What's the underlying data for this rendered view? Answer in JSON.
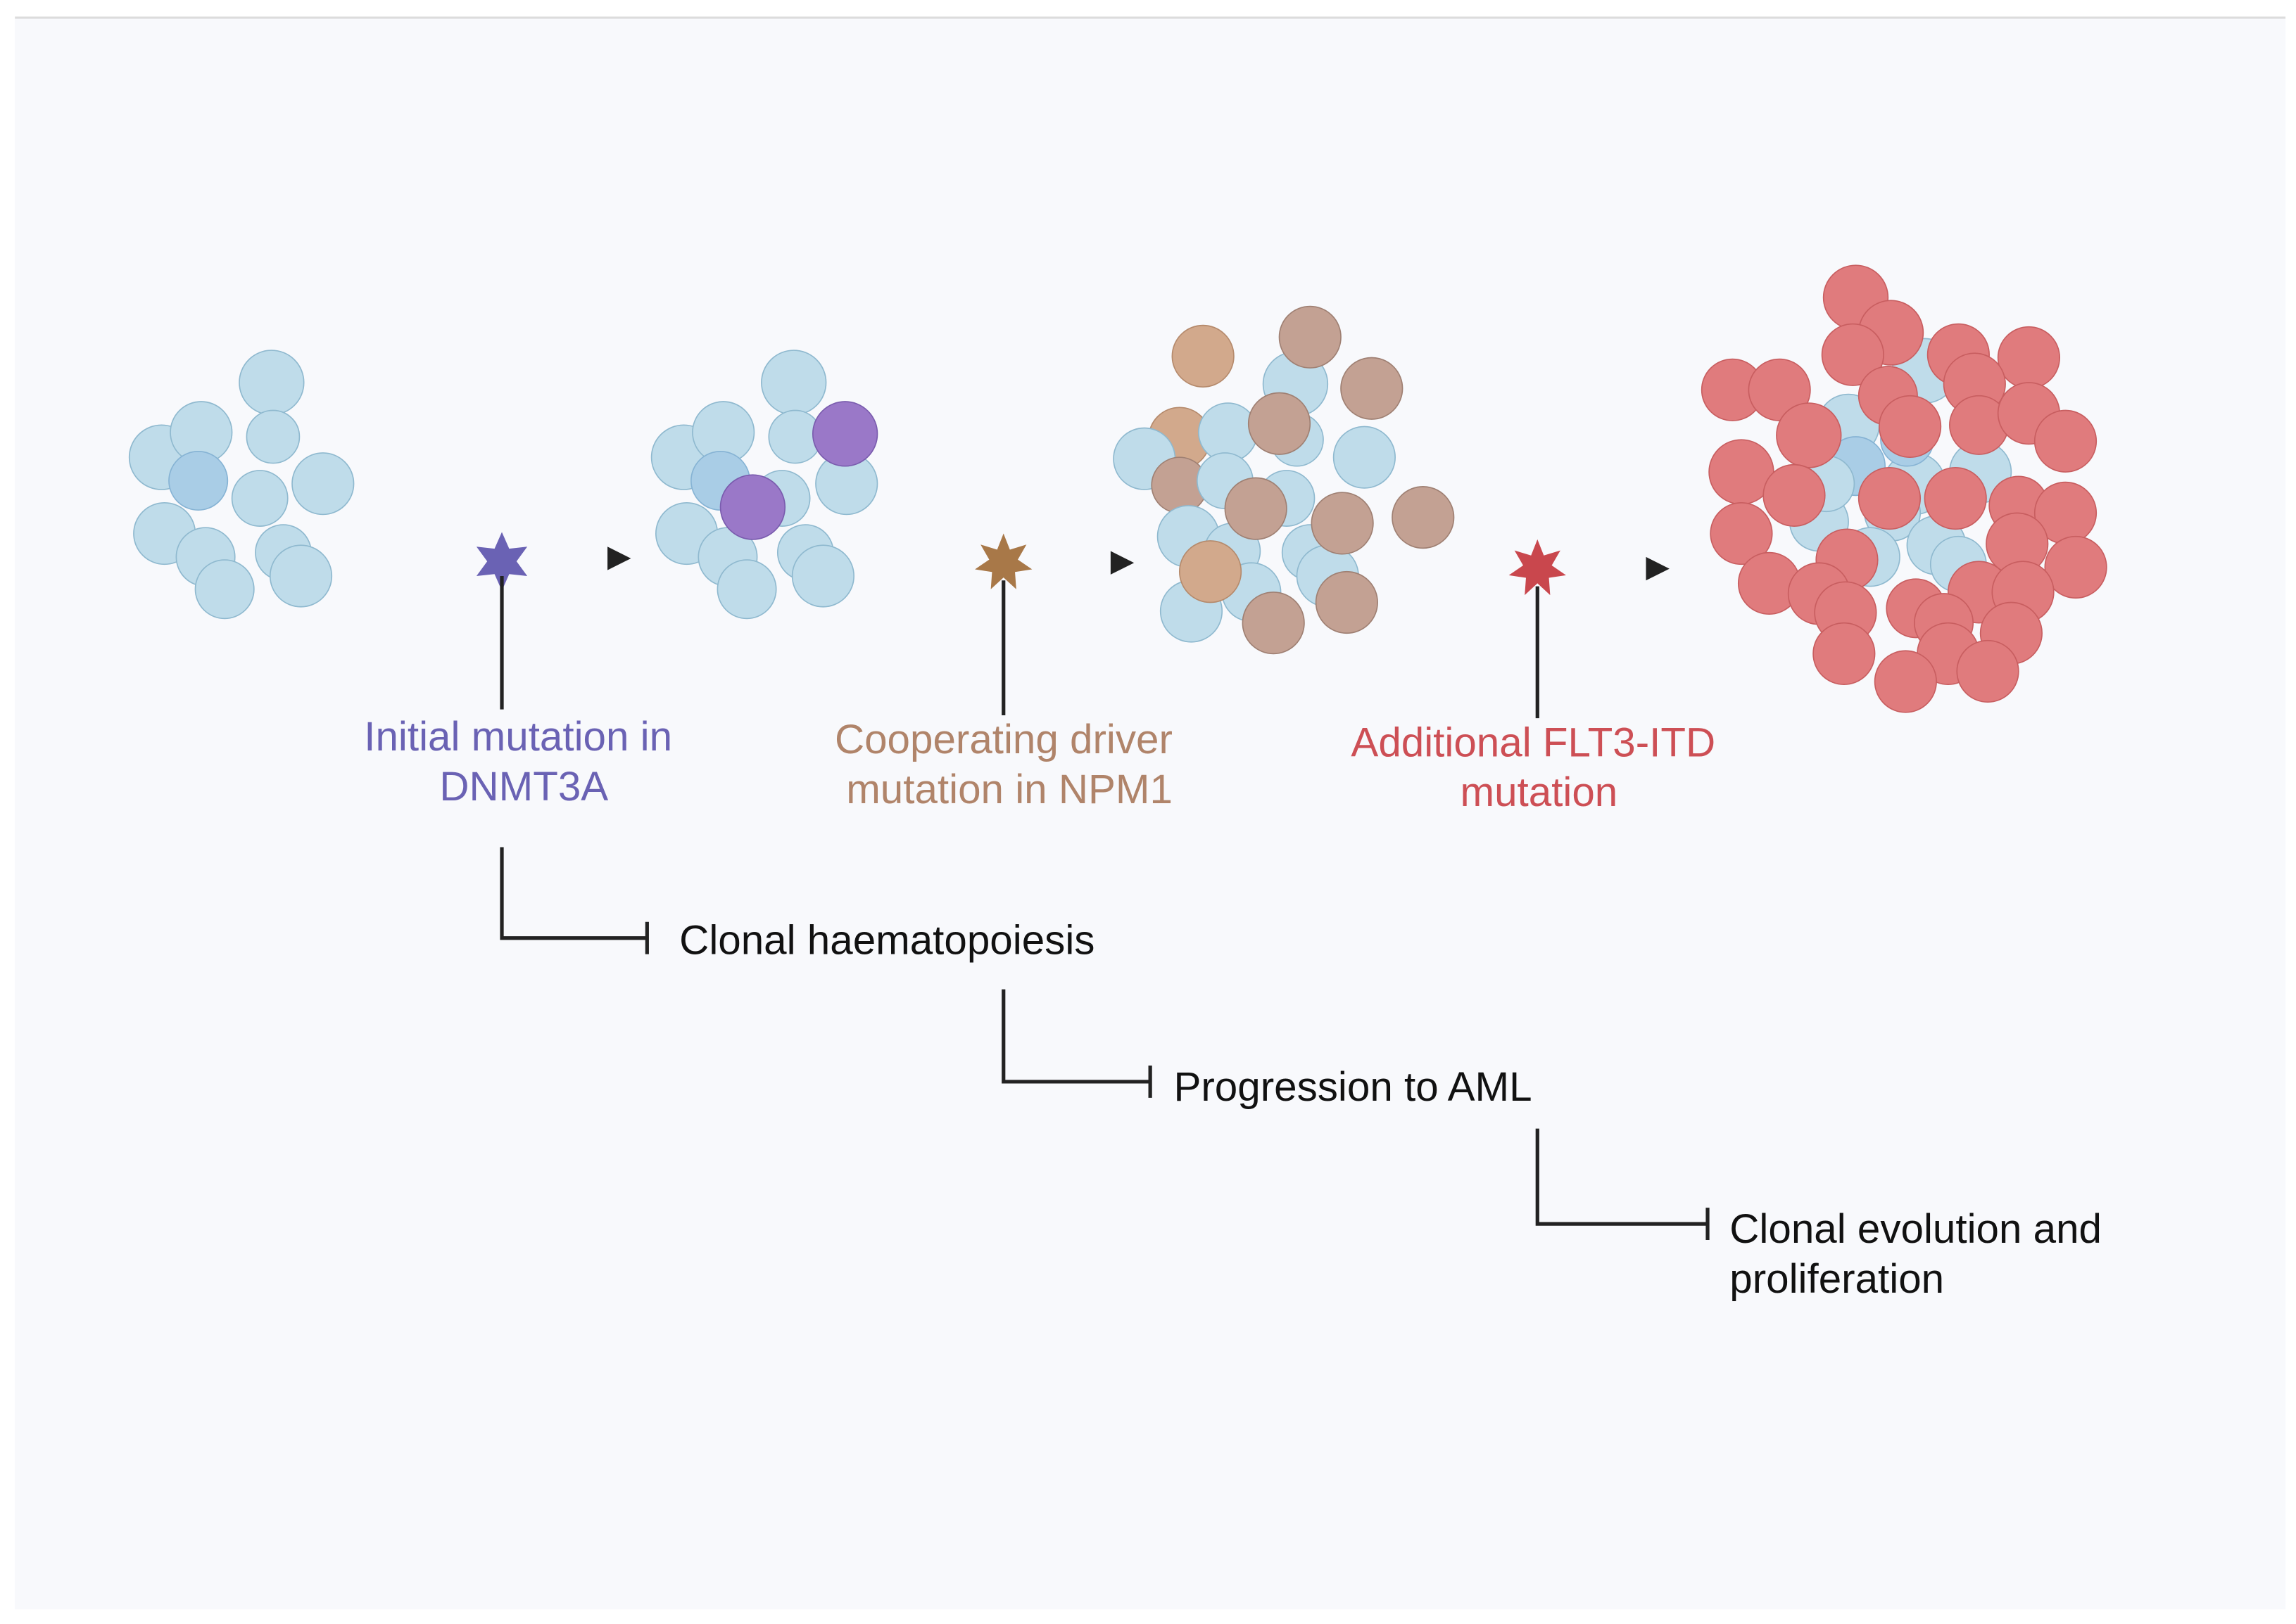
{
  "mutation_labels": {
    "dnmt3a": {
      "lines": [
        "Initial mutation in",
        "DNMT3A"
      ],
      "color": "#6a62b4"
    },
    "npm1": {
      "lines": [
        "Cooperating driver",
        "mutation in NPM1"
      ],
      "color": "#b0846a"
    },
    "flt3": {
      "lines": [
        "Additional FLT3-ITD",
        "mutation"
      ],
      "color": "#cd4f55"
    }
  },
  "outcomes": {
    "clonal_haematopoiesis": {
      "lines": [
        "Clonal haematopoiesis"
      ]
    },
    "progression": {
      "lines": [
        "Progression to AML"
      ]
    },
    "clonal_evolution": {
      "lines": [
        "Clonal evolution and",
        "proliferation"
      ]
    }
  },
  "colors": {
    "background": "#f8f9fc",
    "frame": "#dcdcdc",
    "normal_cell": "#bfdcea",
    "normal_cell_dark": "#a9cde6",
    "dnmt3a_cell": "#9a78c8",
    "npm1_cell_tan": "#d2a98c",
    "npm1_cell_taupe": "#c3a193",
    "flt3_cell": "#e07b7d",
    "line": "#222222",
    "text": "#111111"
  }
}
